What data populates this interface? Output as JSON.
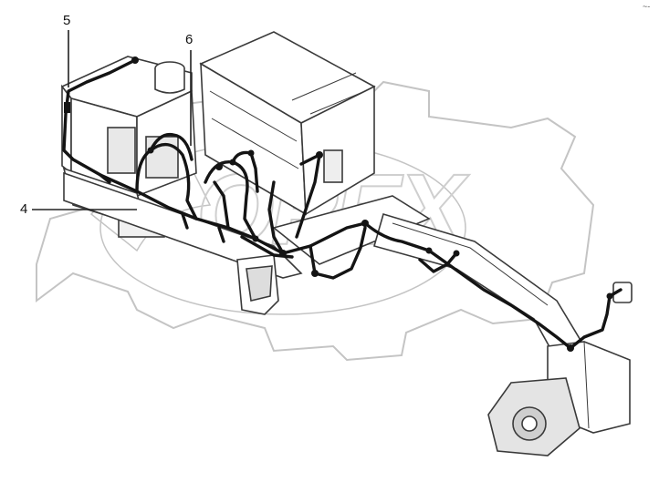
{
  "diagram": {
    "callouts": [
      {
        "id": "callout-5",
        "label": "5"
      },
      {
        "id": "callout-6",
        "label": "6"
      },
      {
        "id": "callout-4",
        "label": "4"
      }
    ],
    "watermark_text": "OPEX",
    "corner_mark": "~-"
  },
  "colors": {
    "line": "#3a3a3a",
    "harness": "#141414",
    "watermark": "#bdbdbd",
    "fill": "#ffffff"
  },
  "icons": [
    "harness-diagram",
    "engine-block",
    "cab-box",
    "boom-arm",
    "gear-watermark"
  ]
}
